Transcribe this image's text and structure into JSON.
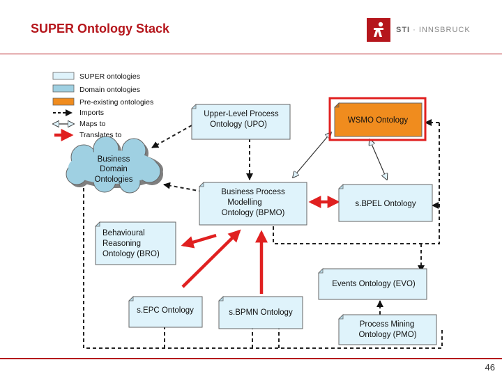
{
  "slide": {
    "title": "SUPER Ontology Stack",
    "page_number": "46"
  },
  "logo": {
    "brand": "STI",
    "separator": " · ",
    "city": "INNSBRUCK",
    "color": "#b5161c"
  },
  "legend": {
    "items": [
      {
        "label": "SUPER ontologies",
        "color": "#dff3fb"
      },
      {
        "label": "Domain ontologies",
        "color": "#9fd0e2"
      },
      {
        "label": "Pre-existing ontologies",
        "color": "#f08c1e"
      },
      {
        "label": "Imports"
      },
      {
        "label": "Maps to"
      },
      {
        "label": "Translates to",
        "color": "#e02020"
      }
    ]
  },
  "nodes": {
    "upo": {
      "lines": [
        "Upper-Level Process",
        "Ontology (UPO)"
      ]
    },
    "wsmo": {
      "lines": [
        "WSMO Ontology"
      ]
    },
    "bdo": {
      "lines": [
        "Business",
        "Domain",
        "Ontologies"
      ]
    },
    "bpmo": {
      "lines": [
        "Business Process",
        "Modelling",
        "Ontology (BPMO)"
      ]
    },
    "sbpel": {
      "lines": [
        "s.BPEL Ontology"
      ]
    },
    "bro": {
      "lines": [
        "Behavioural",
        "Reasoning",
        "Ontology (BRO)"
      ]
    },
    "evo": {
      "lines": [
        "Events Ontology (EVO)"
      ]
    },
    "sepc": {
      "lines": [
        "s.EPC Ontology"
      ]
    },
    "sbpmn": {
      "lines": [
        "s.BPMN Ontology"
      ]
    },
    "pmo": {
      "lines": [
        "Process Mining",
        "Ontology (PMO)"
      ]
    }
  },
  "colors": {
    "super_fill": "#dff3fb",
    "domain_fill": "#9fd0e2",
    "preexisting_fill": "#f08c1e",
    "translate_arrow": "#e02020",
    "highlight_border": "#e02020"
  }
}
